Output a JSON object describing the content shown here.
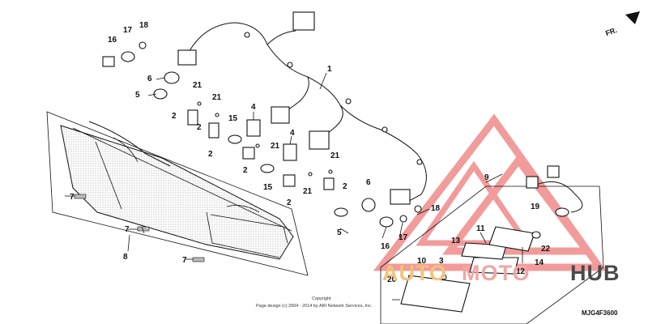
{
  "diagram": {
    "callouts": [
      "1",
      "2",
      "3",
      "4",
      "5",
      "6",
      "7",
      "8",
      "9",
      "10",
      "11",
      "12",
      "13",
      "14",
      "15",
      "16",
      "17",
      "18",
      "19",
      "20",
      "21",
      "22"
    ],
    "direction_label": "FR.",
    "copyright_line1": "Copyright",
    "copyright_line2": "Page design (c) 2004 - 2014 by ARI Network Services, Inc.",
    "diagram_code": "MJG4F3600"
  },
  "watermark": {
    "part1": "AUTO",
    "part2": "MOTO",
    "part3": "HUB",
    "colors": {
      "auto": "#f3c27a",
      "moto": "#f1a6a6",
      "hub": "#4a4a4a",
      "triangle": "#f08a8a"
    }
  }
}
